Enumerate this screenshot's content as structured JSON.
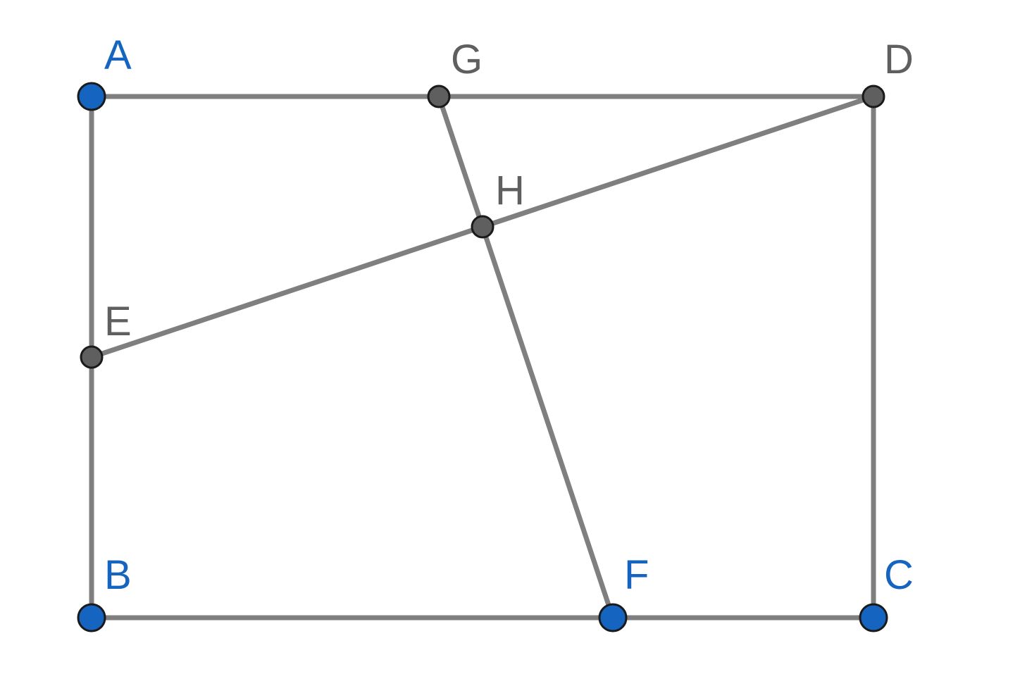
{
  "points": [
    {
      "id": "A",
      "label": "A",
      "color": "#1565c0",
      "label_color": "#1565c0"
    },
    {
      "id": "B",
      "label": "B",
      "color": "#1565c0",
      "label_color": "#1565c0"
    },
    {
      "id": "C",
      "label": "C",
      "color": "#1565c0",
      "label_color": "#1565c0"
    },
    {
      "id": "D",
      "label": "D",
      "color": "#5f5f5f",
      "label_color": "#5f5f5f"
    },
    {
      "id": "E",
      "label": "E",
      "color": "#5f5f5f",
      "label_color": "#5f5f5f"
    },
    {
      "id": "F",
      "label": "F",
      "color": "#1565c0",
      "label_color": "#1565c0"
    },
    {
      "id": "G",
      "label": "G",
      "color": "#5f5f5f",
      "label_color": "#5f5f5f"
    },
    {
      "id": "H",
      "label": "H",
      "color": "#5f5f5f",
      "label_color": "#5f5f5f"
    }
  ],
  "segments": [
    {
      "from": "A",
      "to": "G"
    },
    {
      "from": "G",
      "to": "D"
    },
    {
      "from": "D",
      "to": "C"
    },
    {
      "from": "C",
      "to": "F"
    },
    {
      "from": "F",
      "to": "B"
    },
    {
      "from": "B",
      "to": "E"
    },
    {
      "from": "E",
      "to": "A"
    },
    {
      "from": "E",
      "to": "H"
    },
    {
      "from": "H",
      "to": "D"
    },
    {
      "from": "G",
      "to": "H"
    },
    {
      "from": "H",
      "to": "F"
    }
  ],
  "colors": {
    "segment": "#7f7f7f",
    "free_point": "#1565c0",
    "dependent_point": "#5f5f5f"
  }
}
